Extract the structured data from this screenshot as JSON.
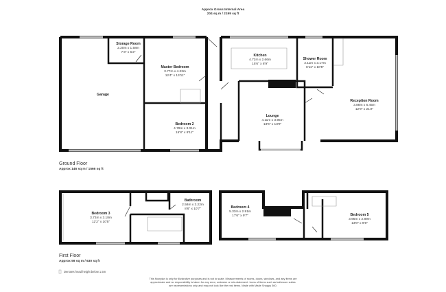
{
  "header": {
    "title": "Approx Gross Internal Area",
    "area": "204 sq m / 2199 sq ft"
  },
  "ground_floor": {
    "label": "Ground Floor",
    "area": "Approx 146 sq m / 1566 sq ft",
    "rooms": [
      {
        "name": "Storage Room",
        "metric": "2.20m x 1.58m",
        "imperial": "7'3\" x 5'2\""
      },
      {
        "name": "Master Bedroom",
        "metric": "3.77m x 4.23m",
        "imperial": "12'4\" x 13'11\""
      },
      {
        "name": "Garage",
        "metric": "",
        "imperial": ""
      },
      {
        "name": "Kitchen",
        "metric": "4.72m x 2.66m",
        "imperial": "15'6\" x 8'9\""
      },
      {
        "name": "Shower Room",
        "metric": "2.11m x 3.17m",
        "imperial": "6'11\" x 10'5\""
      },
      {
        "name": "Reception Room",
        "metric": "3.88m x 6.45m",
        "imperial": "12'9\" x 21'2\""
      },
      {
        "name": "Lounge",
        "metric": "4.11m x 3.95m",
        "imperial": "13'6\" x 13'0\""
      },
      {
        "name": "Bedroom 2",
        "metric": "4.78m x 3.01m",
        "imperial": "15'8\" x 9'11\""
      }
    ]
  },
  "first_floor": {
    "label": "First Floor",
    "area": "Approx 59 sq m / 630 sq ft",
    "rooms": [
      {
        "name": "Bedroom 3",
        "metric": "3.72m x 3.18m",
        "imperial": "12'2\" x 10'5\""
      },
      {
        "name": "Bathroom",
        "metric": "2.58m x 3.22m",
        "imperial": "8'6\" x 10'7\""
      },
      {
        "name": "Bedroom 4",
        "metric": "5.33m x 2.91m",
        "imperial": "17'6\" x 9'7\""
      },
      {
        "name": "Bedroom 5",
        "metric": "3.95m x 2.89m",
        "imperial": "13'0\" x 9'6\""
      }
    ]
  },
  "legend": {
    "head_height": "Denotes head height below 1.5m"
  },
  "disclaimer": [
    "This floorplan is only for illustrative purposes and is not to scale. Measurements of rooms, doors, windows, and any items are",
    "approximate and no responsibility is taken for any error, omission or mis-statement. Icons of items such as bathroom suites",
    "are representations only and may not look like the real items. Made with Made Snappy 360."
  ]
}
